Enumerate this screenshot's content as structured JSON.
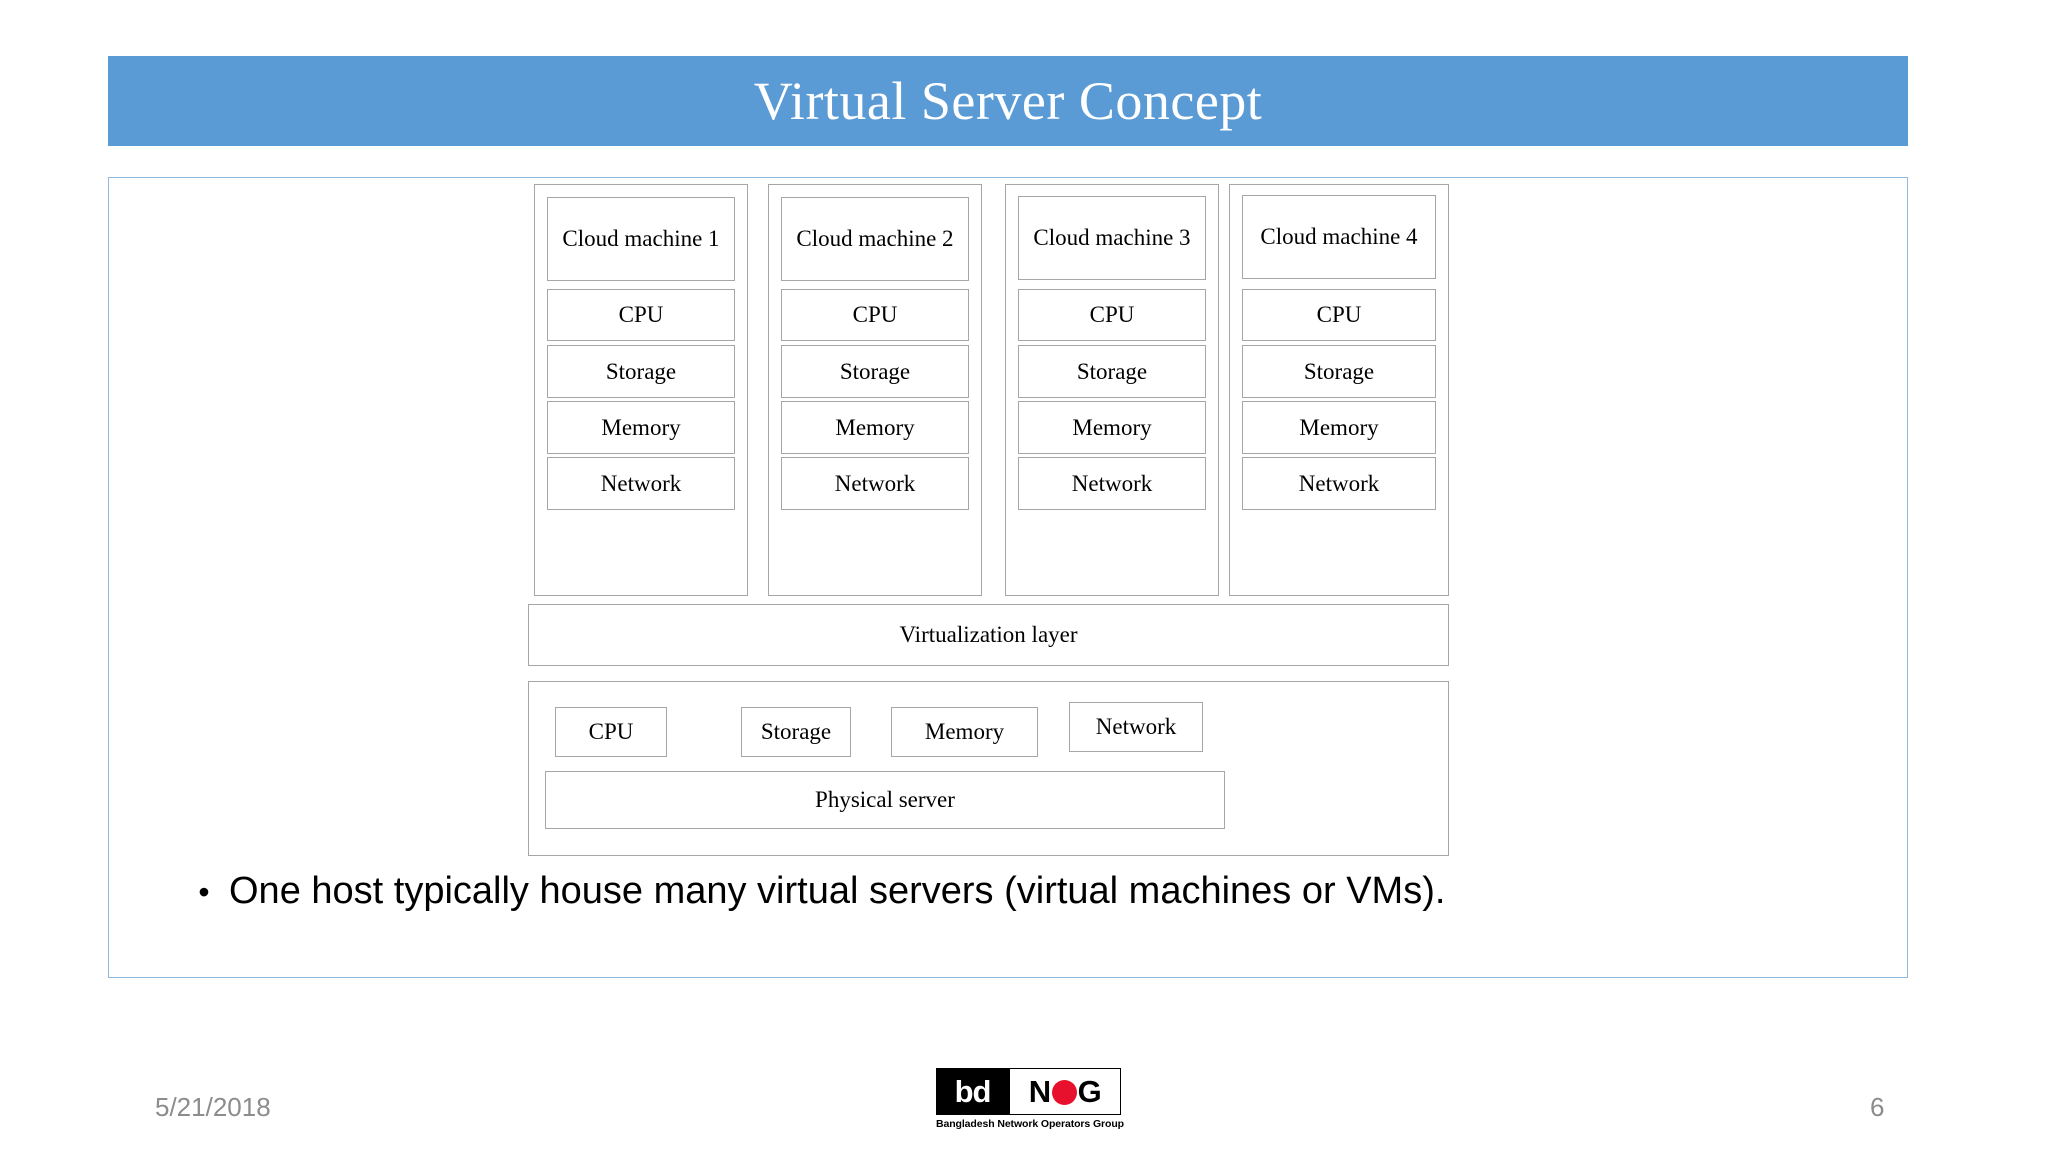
{
  "slide": {
    "title": "Virtual Server Concept",
    "accent_color": "#5B9BD5",
    "frame_border_color": "#8FB9E0",
    "box_border_color": "#A6A6A6"
  },
  "diagram": {
    "vm_columns": [
      {
        "name": "Cloud machine 1",
        "resources": [
          "CPU",
          "Storage",
          "Memory",
          "Network"
        ]
      },
      {
        "name": "Cloud machine 2",
        "resources": [
          "CPU",
          "Storage",
          "Memory",
          "Network"
        ]
      },
      {
        "name": "Cloud machine 3",
        "resources": [
          "CPU",
          "Storage",
          "Memory",
          "Network"
        ]
      },
      {
        "name": "Cloud machine 4",
        "resources": [
          "CPU",
          "Storage",
          "Memory",
          "Network"
        ]
      }
    ],
    "virtualization_layer": "Virtualization layer",
    "physical_resources": [
      "CPU",
      "Storage",
      "Memory",
      "Network"
    ],
    "physical_server": "Physical server"
  },
  "bullets": [
    {
      "marker": "•",
      "text": "One host typically house many virtual servers (virtual machines or VMs)."
    }
  ],
  "footer": {
    "date": "5/21/2018",
    "page_number": "6",
    "logo": {
      "bd": "bd",
      "n": "N",
      "g": "G",
      "tagline": "Bangladesh Network Operators Group",
      "flag_color": "#E8112D"
    }
  }
}
